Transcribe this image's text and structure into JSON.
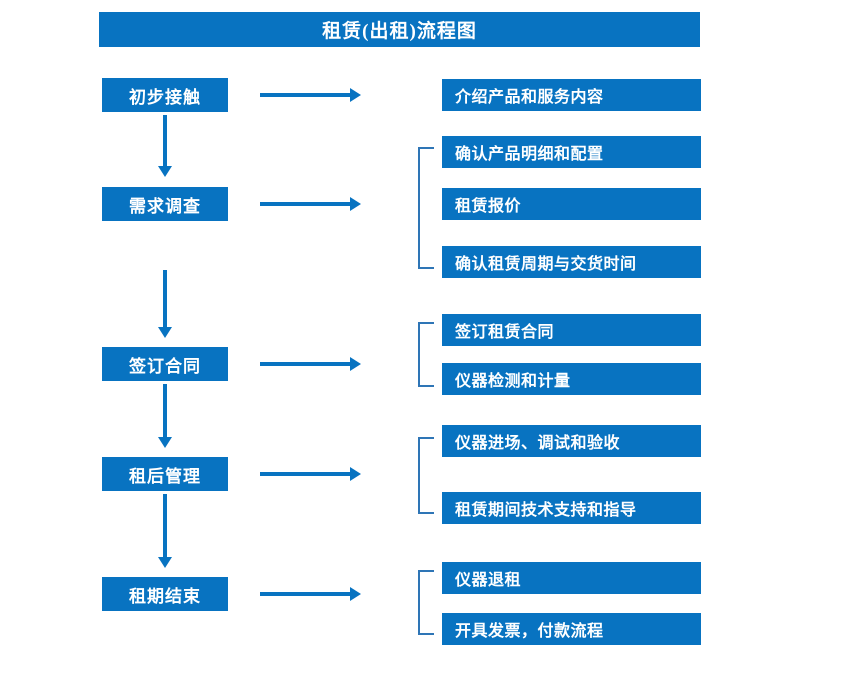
{
  "diagram": {
    "title": "租赁(出租)流程图",
    "accent_color": "#0873C1",
    "bracket_color": "#2E75B6",
    "background_color": "#FFFFFF",
    "text_color": "#FFFFFF"
  },
  "stages": [
    {
      "label": "初步接触"
    },
    {
      "label": "需求调查"
    },
    {
      "label": "签订合同"
    },
    {
      "label": "租后管理"
    },
    {
      "label": "租期结束"
    }
  ],
  "details": [
    {
      "label": "介绍产品和服务内容"
    },
    {
      "label": "确认产品明细和配置"
    },
    {
      "label": "租赁报价"
    },
    {
      "label": "确认租赁周期与交货时间"
    },
    {
      "label": "签订租赁合同"
    },
    {
      "label": "仪器检测和计量"
    },
    {
      "label": "仪器进场、调试和验收"
    },
    {
      "label": "租赁期间技术支持和指导"
    },
    {
      "label": "仪器退租"
    },
    {
      "label": "开具发票，付款流程"
    }
  ]
}
